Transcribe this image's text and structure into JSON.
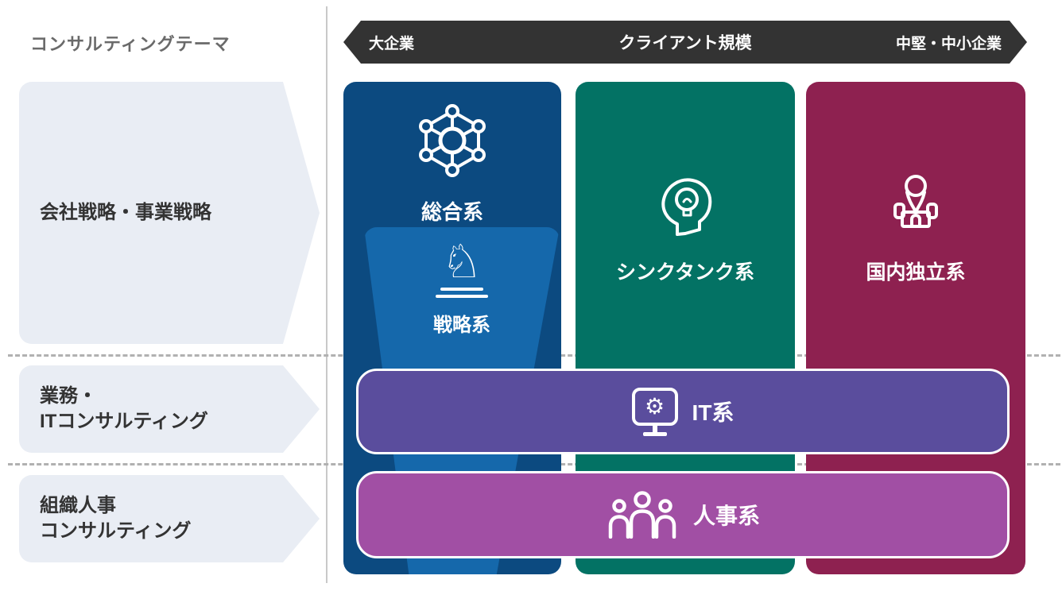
{
  "page": {
    "title": "コンサルティングテーマ"
  },
  "axis_bar": {
    "left": "大企業",
    "center": "クライアント規模",
    "right": "中堅・中小企業"
  },
  "themes": [
    {
      "lines": [
        "会社戦略・事業戦略"
      ]
    },
    {
      "lines": [
        "業務・",
        "ITコンサルティング"
      ]
    },
    {
      "lines": [
        "組織人事",
        "コンサルティング"
      ]
    }
  ],
  "firm_types": {
    "sogo": {
      "label": "総合系",
      "icon": "network-icon"
    },
    "senryaku": {
      "label": "戦略系",
      "icon": "chess-knight-icon",
      "glyph": "♘"
    },
    "thinktank": {
      "label": "シンクタンク系",
      "icon": "head-lightbulb-icon"
    },
    "dokuritsu": {
      "label": "国内独立系",
      "icon": "map-pin-building-icon"
    },
    "it": {
      "label": "IT系",
      "icon": "monitor-gear-icon",
      "glyph": "⚙"
    },
    "jinji": {
      "label": "人事系",
      "icon": "people-icon"
    }
  },
  "colors": {
    "col-dark-blue": "#0c4a80",
    "col-light-blue": "#1568ab",
    "col-teal": "#037264",
    "col-maroon": "#8e2150",
    "col-purple": "#5a4d9d",
    "col-magenta": "#a14fa4",
    "bar-charcoal": "#333333",
    "theme-block": "#e9edf4",
    "title-gray": "#6a6a6a",
    "text-dark": "#333333"
  }
}
